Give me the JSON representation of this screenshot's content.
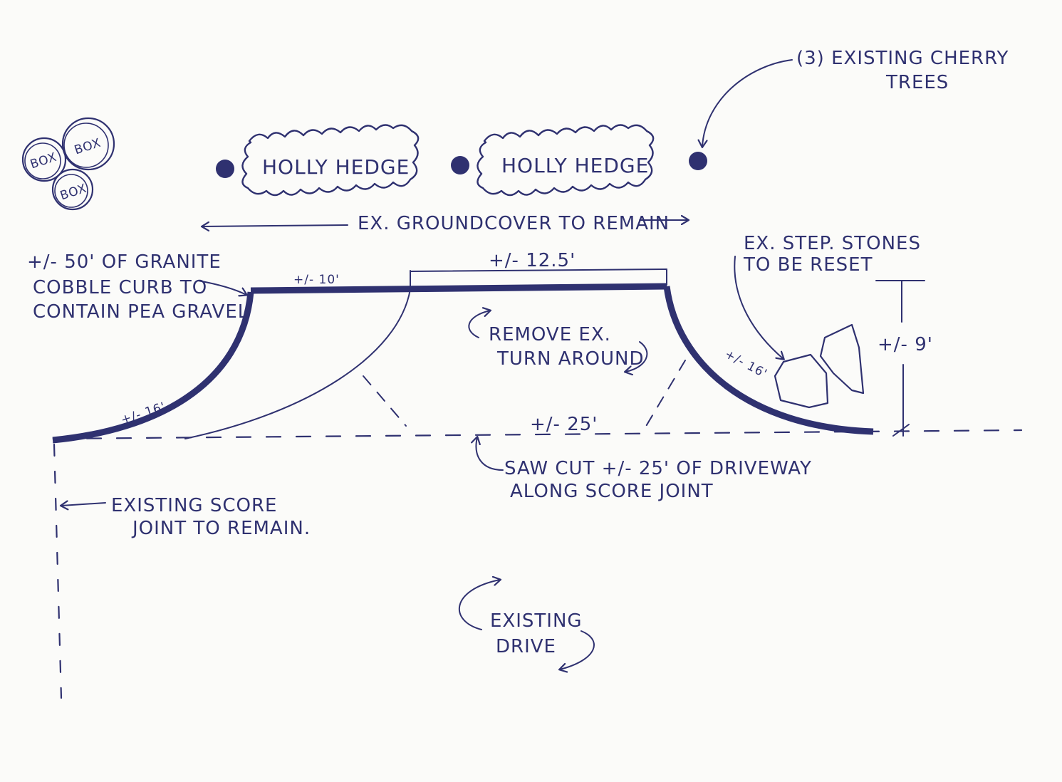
{
  "ink_color": "#2f3170",
  "paper_color": "#fbfbf9",
  "boxwoods": [
    "BOX",
    "BOX",
    "BOX"
  ],
  "hedges": [
    "HOLLY HEDGE",
    "HOLLY HEDGE"
  ],
  "cherry_trees_note": [
    "(3) EXISTING CHERRY",
    "TREES"
  ],
  "groundcover_note": "EX. GROUNDCOVER TO REMAIN",
  "curb_note": [
    "+/- 50' OF GRANITE",
    "COBBLE CURB TO",
    "CONTAIN PEA GRAVEL"
  ],
  "dimensions": {
    "top_left": "+/- 10'",
    "top_center": "+/- 12.5'",
    "left_curve": "+/- 16'",
    "right_curve": "+/- 16'",
    "bottom": "+/- 25'",
    "depth": "+/- 9'"
  },
  "remove_note": [
    "REMOVE EX.",
    "TURN AROUND"
  ],
  "stones_note": [
    "EX. STEP. STONES",
    "TO BE RESET"
  ],
  "saw_cut_note": [
    "SAW CUT +/- 25' OF DRIVEWAY",
    "ALONG SCORE JOINT"
  ],
  "score_joint_note": [
    "EXISTING SCORE",
    "JOINT TO REMAIN."
  ],
  "drive_note": [
    "EXISTING",
    "DRIVE"
  ]
}
